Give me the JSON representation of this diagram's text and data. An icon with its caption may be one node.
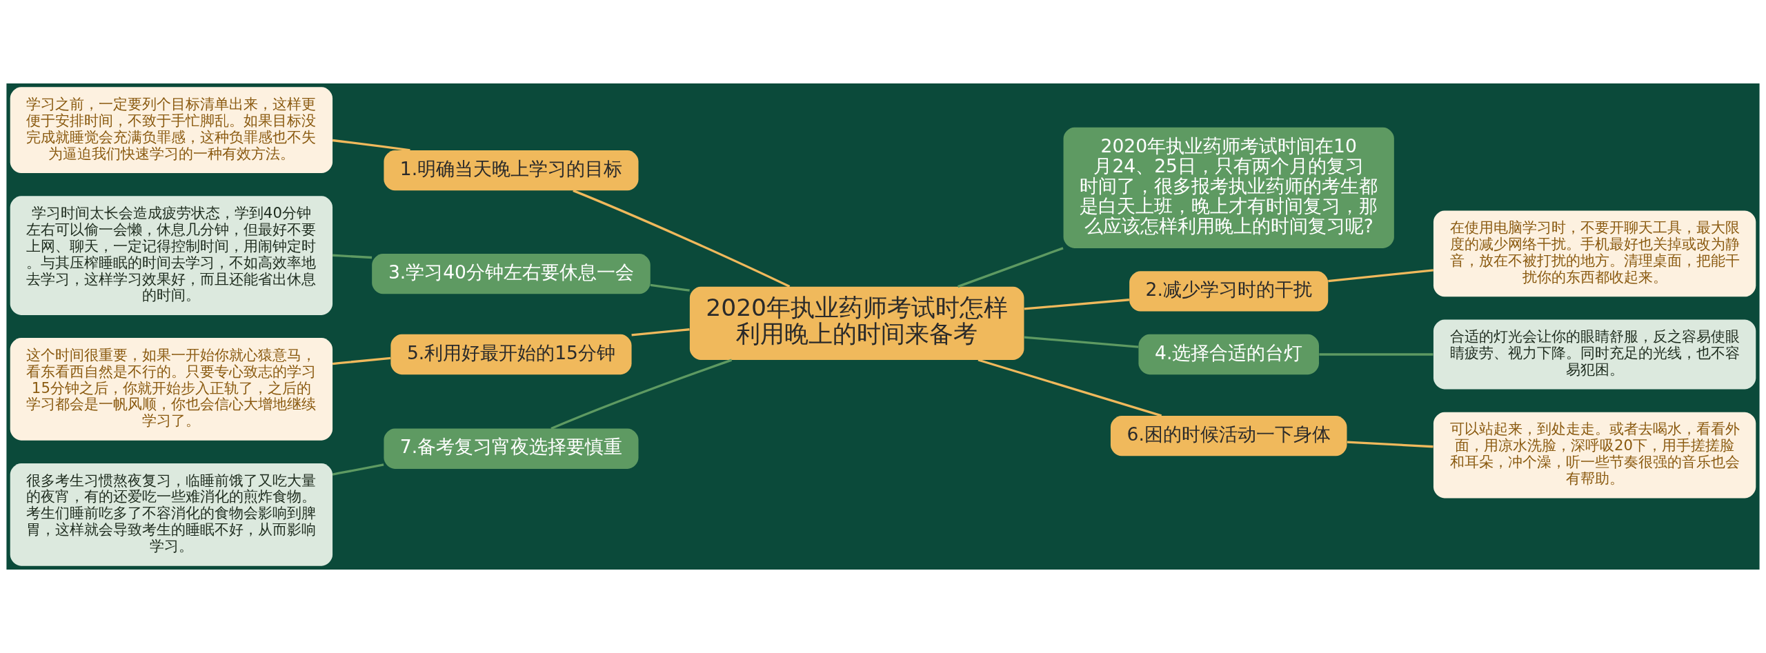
{
  "diagram": {
    "nodes": [
      {
        "text": [
          "2020年执业药师考试时怎样利用晚上的时间来备考"
        ]
      },
      {
        "text": [
          "2020年执业药师考试时间在10月24、25日，只有两个月的复习时间了，很多报考执业药师的考生都是白天上班，晚上才有时间复习，那么应该怎样利用晚上的时间复习呢?"
        ]
      },
      {
        "text": [
          "1.明确当天晚上学习的目标"
        ]
      },
      {
        "text": [
          "学习之前，一定要列个目标清单出来，这样更便于安排时间，不致于手忙脚乱。如果目标没完成就睡觉会充满负罪感，这种负罪感也不失为逼迫我们快速学习的一种有效方法。"
        ]
      },
      {
        "text": [
          "2.减少学习时的干扰"
        ]
      },
      {
        "text": [
          "在使用电脑学习时，不要开聊天工具，最大限度的减少网络干扰。手机最好也关掉或改为静音，放在不被打扰的地方。清理桌面，把能干扰你的东西都收起来。"
        ]
      },
      {
        "text": [
          "3.学习40分钟左右要休息一会"
        ]
      },
      {
        "text": [
          "学习时间太长会造成疲劳状态，学到40分钟左右可以偷一会懒，休息几分钟，但最好不要上网、聊天，一定记得控制时间，用闹钟定时。与其压榨睡眠的时间去学习，不如高效率地去学习，这样学习效果好，而且还能省出休息的时间。"
        ]
      },
      {
        "text": [
          "4.选择合适的台灯"
        ]
      },
      {
        "text": [
          "合适的灯光会让你的眼睛舒服，反之容易使眼睛疲劳、视力下降。同时充足的光线，也不容易犯困。"
        ]
      },
      {
        "text": [
          "5.利用好最开始的15分钟"
        ]
      },
      {
        "text": [
          "这个时间很重要，如果一开始你就心猿意马，看东看西自然是不行的。只要专心致志的学习15分钟之后，你就开始步入正轨了，之后的学习都会是一帆风顺，你也会信心大增地继续学习了。"
        ]
      },
      {
        "text": [
          "6.困的时候活动一下身体"
        ]
      },
      {
        "text": [
          "可以站起来，到处走走。或者去喝水，看看外面，用凉水洗脸，深呼吸20下，用手搓搓脸和耳朵，冲个澡，听一些节奏很强的音乐也会有帮助。"
        ]
      },
      {
        "text": [
          "7.备考复习宵夜选择要慎重"
        ]
      },
      {
        "text": [
          "很多考生习惯熬夜复习，临睡前饿了又吃大量的夜宵，有的还爱吃一些难消化的煎炸食物。考生们睡前吃多了不容消化的食物会影响到脾胃，这样就会导致考生的睡眠不好，从而影响学习。"
        ]
      }
    ],
    "edges": [
      {
        "from": 0,
        "to": 1,
        "arrow": "none",
        "color": "#5e9a62"
      },
      {
        "from": 0,
        "to": 2,
        "arrow": "none"
      },
      {
        "from": 2,
        "to": 3,
        "arrow": "none"
      },
      {
        "from": 0,
        "to": 4,
        "arrow": "none"
      },
      {
        "from": 4,
        "to": 5,
        "arrow": "none"
      },
      {
        "from": 0,
        "to": 6,
        "arrow": "none",
        "color": "#5e9a62"
      },
      {
        "from": 6,
        "to": 7,
        "arrow": "none",
        "color": "#5e9a62"
      },
      {
        "from": 0,
        "to": 8,
        "arrow": "none",
        "color": "#5e9a62"
      },
      {
        "from": 8,
        "to": 9,
        "arrow": "none",
        "color": "#5e9a62"
      },
      {
        "from": 0,
        "to": 10,
        "arrow": "none"
      },
      {
        "from": 10,
        "to": 11,
        "arrow": "none"
      },
      {
        "from": 0,
        "to": 12,
        "arrow": "none"
      },
      {
        "from": 12,
        "to": 13,
        "arrow": "none"
      },
      {
        "from": 0,
        "to": 14,
        "arrow": "none",
        "color": "#5e9a62"
      },
      {
        "from": 14,
        "to": 15,
        "arrow": "none",
        "color": "#5e9a62"
      }
    ]
  }
}
